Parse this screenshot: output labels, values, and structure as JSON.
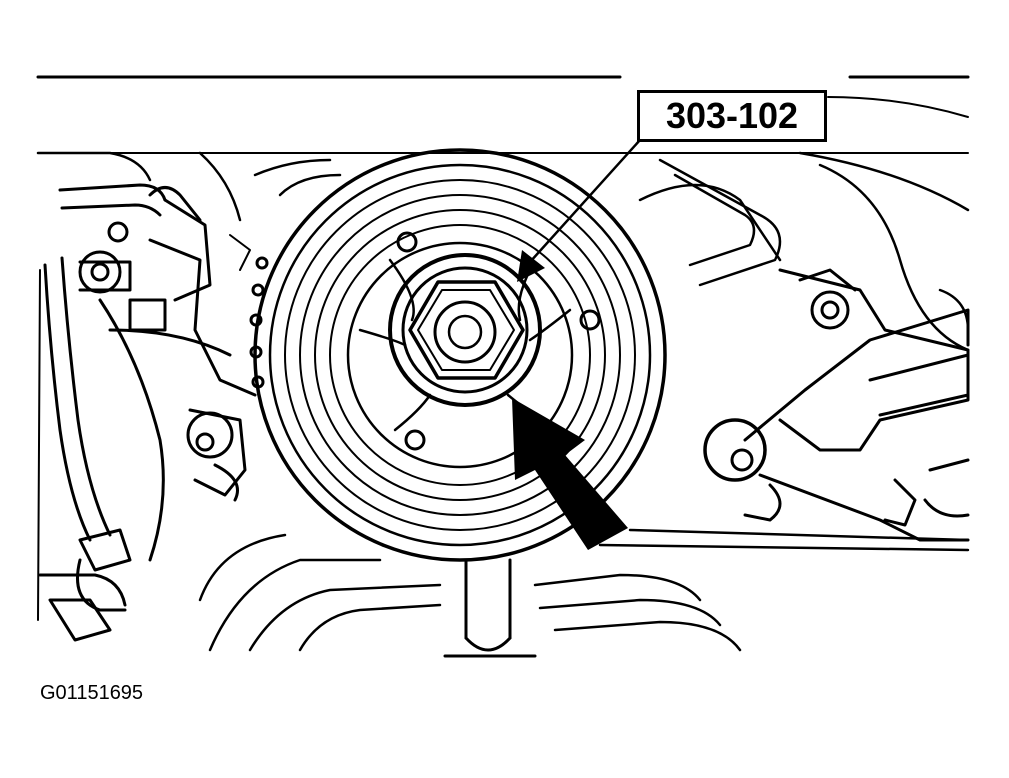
{
  "diagram": {
    "callout_label": "303-102",
    "figure_id": "G01151695",
    "colors": {
      "line": "#000000",
      "background": "#ffffff"
    },
    "parts": [
      "crankshaft-pulley",
      "pulley-bolt",
      "holding-tool-handle",
      "engine-mounts",
      "hoses",
      "bracket"
    ]
  }
}
